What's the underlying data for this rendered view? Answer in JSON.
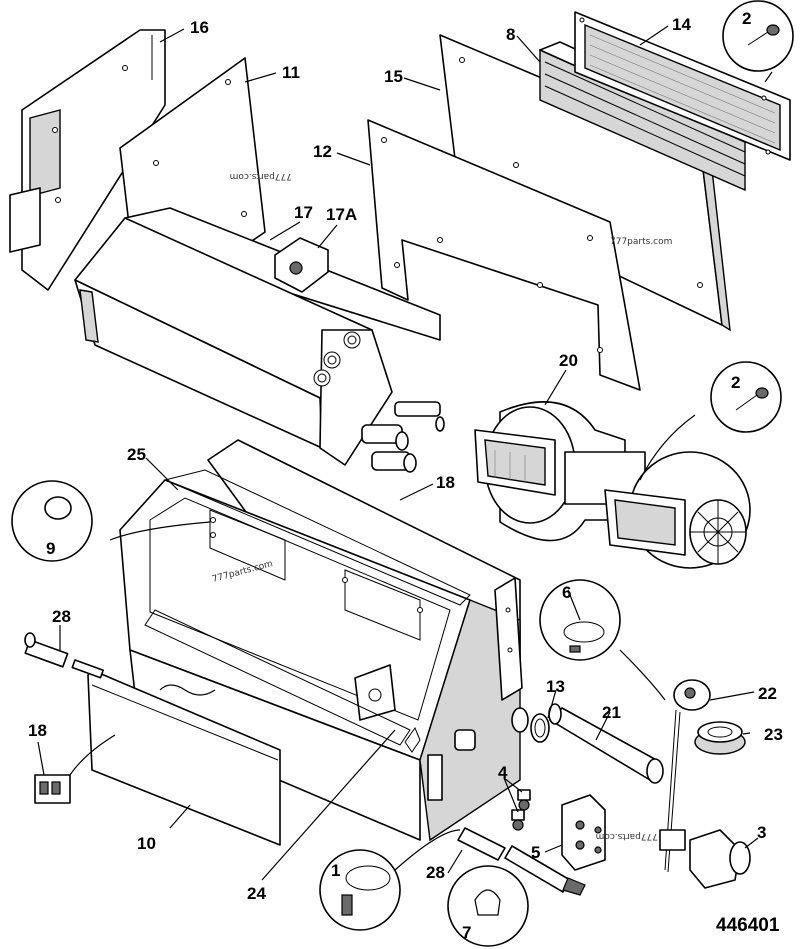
{
  "figure_ref": "446401",
  "watermark": "777parts.com",
  "callouts": {
    "p16": "16",
    "p11": "11",
    "p15": "15",
    "p8": "8",
    "p14": "14",
    "p2a": "2",
    "p2b": "2",
    "p12": "12",
    "p17": "17",
    "p17a": "17A",
    "p20": "20",
    "p25": "25",
    "p18a": "18",
    "p9": "9",
    "p28a": "28",
    "p6": "6",
    "p13": "13",
    "p21": "21",
    "p22": "22",
    "p23": "23",
    "p18b": "18",
    "p4": "4",
    "p10": "10",
    "p5": "5",
    "p3": "3",
    "p24": "24",
    "p1": "1",
    "p28b": "28",
    "p7": "7"
  }
}
